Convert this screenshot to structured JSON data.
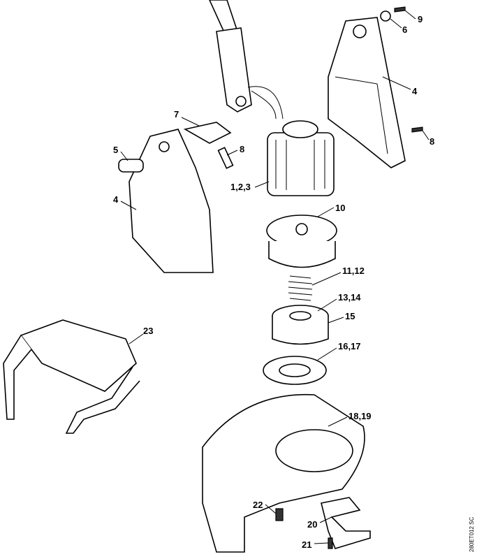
{
  "diagram": {
    "code": "280ET012 SC",
    "callouts": [
      {
        "id": "c9",
        "text": "9"
      },
      {
        "id": "c6",
        "text": "6"
      },
      {
        "id": "c4r",
        "text": "4"
      },
      {
        "id": "c8r",
        "text": "8"
      },
      {
        "id": "c7",
        "text": "7"
      },
      {
        "id": "c5",
        "text": "5"
      },
      {
        "id": "c8l",
        "text": "8"
      },
      {
        "id": "c123",
        "text": "1,2,3"
      },
      {
        "id": "c4l",
        "text": "4"
      },
      {
        "id": "c10",
        "text": "10"
      },
      {
        "id": "c1112",
        "text": "11,12"
      },
      {
        "id": "c1314",
        "text": "13,14"
      },
      {
        "id": "c15",
        "text": "15"
      },
      {
        "id": "c1617",
        "text": "16,17"
      },
      {
        "id": "c23",
        "text": "23"
      },
      {
        "id": "c1819",
        "text": "18,19"
      },
      {
        "id": "c22",
        "text": "22"
      },
      {
        "id": "c20",
        "text": "20"
      },
      {
        "id": "c21",
        "text": "21"
      }
    ]
  }
}
